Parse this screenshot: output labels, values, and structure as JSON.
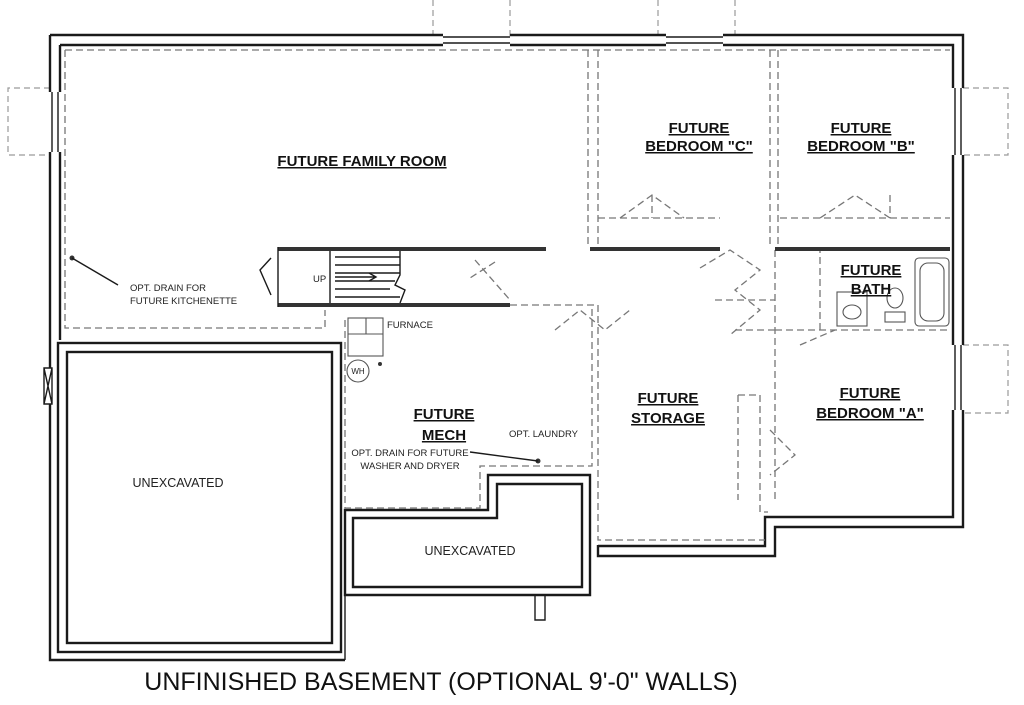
{
  "title": "UNFINISHED BASEMENT (OPTIONAL 9'-0\" WALLS)",
  "rooms": {
    "family_room": "FUTURE FAMILY ROOM",
    "bedroom_c_line1": "FUTURE",
    "bedroom_c_line2": "BEDROOM \"C\"",
    "bedroom_b_line1": "FUTURE",
    "bedroom_b_line2": "BEDROOM \"B\"",
    "bath_line1": "FUTURE",
    "bath_line2": "BATH",
    "storage_line1": "FUTURE",
    "storage_line2": "STORAGE",
    "bedroom_a_line1": "FUTURE",
    "bedroom_a_line2": "BEDROOM \"A\"",
    "mech_line1": "FUTURE",
    "mech_line2": "MECH"
  },
  "unexcavated": {
    "large": "UNEXCAVATED",
    "small": "UNEXCAVATED"
  },
  "notes": {
    "kitchenette_line1": "OPT. DRAIN FOR",
    "kitchenette_line2": "FUTURE KITCHENETTE",
    "up": "UP",
    "furnace": "FURNACE",
    "water_heater": "WH",
    "laundry": "OPT. LAUNDRY",
    "washer_line1": "OPT. DRAIN FOR FUTURE",
    "washer_line2": "WASHER AND DRYER"
  }
}
